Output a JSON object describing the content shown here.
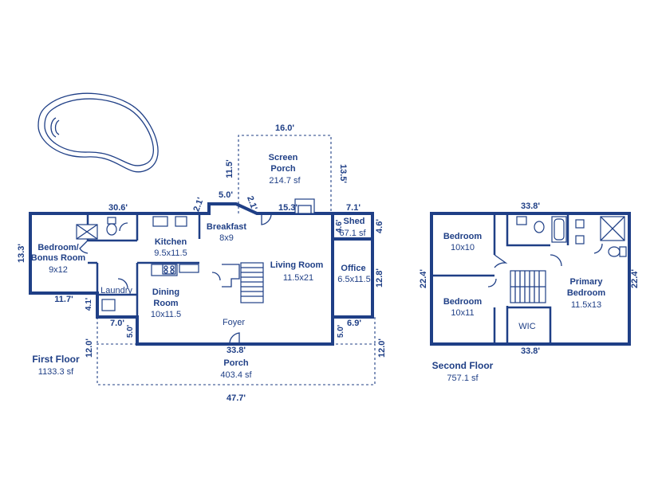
{
  "colors": {
    "ink": "#1f3f86",
    "background": "#ffffff"
  },
  "rooms": {
    "screen_porch": {
      "name_line1": "Screen",
      "name_line2": "Porch",
      "area": "214.7 sf"
    },
    "breakfast": {
      "name": "Breakfast",
      "size": "8x9"
    },
    "kitchen": {
      "name": "Kitchen",
      "size": "9.5x11.5"
    },
    "bedroom_bonus": {
      "name_line1": "Bedroom/",
      "name_line2": "Bonus Room",
      "size": "9x12"
    },
    "laundry": {
      "name": "Laundry"
    },
    "dining": {
      "name_line1": "Dining",
      "name_line2": "Room",
      "size": "10x11.5"
    },
    "living": {
      "name": "Living Room",
      "size": "11.5x21"
    },
    "foyer": {
      "name": "Foyer"
    },
    "office": {
      "name": "Office",
      "size": "6.5x11.5"
    },
    "shed": {
      "name": "Shed",
      "area": "67.1 sf"
    },
    "porch": {
      "name": "Porch",
      "area": "403.4 sf"
    },
    "bedroom2": {
      "name": "Bedroom",
      "size": "10x10"
    },
    "bedroom3": {
      "name": "Bedroom",
      "size": "10x11"
    },
    "primary": {
      "name_line1": "Primary",
      "name_line2": "Bedroom",
      "size": "11.5x13"
    },
    "wic": {
      "name": "WIC"
    }
  },
  "dimensions": {
    "screen_width": "16.0'",
    "screen_left": "11.5'",
    "screen_right": "13.5'",
    "breakfast_top": "5.0'",
    "breakfast_left_diag": "2.1'",
    "breakfast_right_diag": "2.1'",
    "living_top": "15.3'",
    "first_top_left": "30.6'",
    "first_left": "13.3'",
    "shed_top": "7.1'",
    "shed_left": "4.6'",
    "shed_right": "4.6'",
    "office_right": "12.8'",
    "laundry_bottom": "11.7'",
    "laundry_step": "4.1'",
    "porch_left_top": "7.0'",
    "porch_left_step": "5.0'",
    "porch_right_step": "5.0'",
    "porch_right_top": "6.9'",
    "porch_left_height": "12.0'",
    "porch_right_height": "12.0'",
    "first_bottom": "33.8'",
    "porch_total": "47.7'",
    "second_top": "33.8'",
    "second_bottom": "33.8'",
    "second_left": "22.4'",
    "second_right": "22.4'"
  },
  "floors": {
    "first": {
      "label": "First Floor",
      "area": "1133.3 sf"
    },
    "second": {
      "label": "Second Floor",
      "area": "757.1 sf"
    }
  },
  "icons": [
    "pool-outline",
    "stairs",
    "toilet",
    "bathtub",
    "shower",
    "sink",
    "stove",
    "dishwasher",
    "fireplace",
    "door-swing"
  ]
}
